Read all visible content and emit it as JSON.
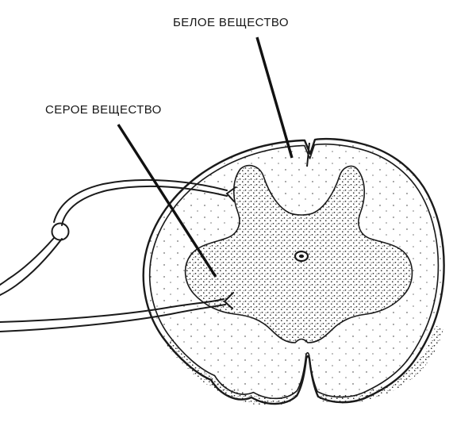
{
  "diagram": {
    "labels": [
      {
        "id": "white-matter",
        "text": "БЕЛОЕ ВЕЩЕСТВО"
      },
      {
        "id": "gray-matter",
        "text": "СЕРОЕ ВЕЩЕСТВО"
      }
    ],
    "colors": {
      "ink": "#1a1a1a",
      "background": "#ffffff"
    }
  }
}
